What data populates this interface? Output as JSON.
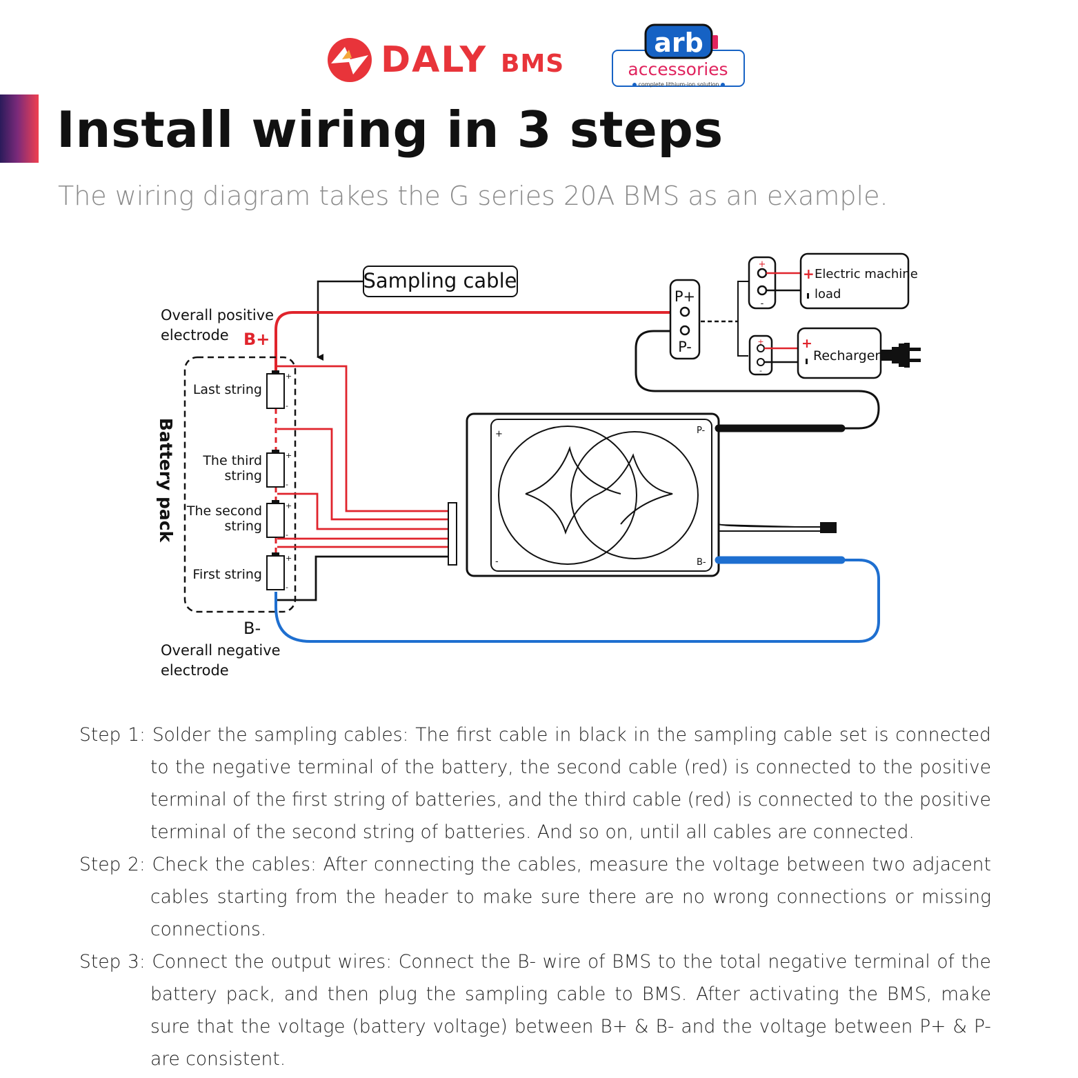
{
  "logos": {
    "daly_word": "DALY",
    "daly_suffix": "BMS",
    "arb_word": "arb",
    "arb_sub": "accessories",
    "arb_tagline": "complete lithium-ion solution"
  },
  "colors": {
    "red_wire": "#e0242c",
    "blue_wire": "#1e6fd0",
    "black_wire": "#111111",
    "daly_red": "#e8343a",
    "arb_blue": "#1662c4",
    "arb_pink": "#e0245e"
  },
  "header": {
    "title": "Install wiring in 3 steps",
    "subtitle": "The wiring diagram takes the G series 20A BMS as an example."
  },
  "diagram": {
    "sampling_cable": "Sampling cable",
    "overall_positive_1": "Overall positive",
    "overall_positive_2": "electrode",
    "b_plus": "B+",
    "b_minus": "B-",
    "overall_negative_1": "Overall negative",
    "overall_negative_2": "electrode",
    "battery_pack": "Battery pack",
    "last_string": "Last string",
    "third_string_1": "The third",
    "third_string_2": "string",
    "second_string_1": "The second",
    "second_string_2": "string",
    "first_string": "First string",
    "p_plus": "P+",
    "p_minus": "P-",
    "electric_machine": "Electric machine",
    "load": "load",
    "recharger": "Recharger",
    "bms_plus": "+",
    "bms_minus": "-",
    "bms_p_minus": "P-",
    "bms_b_minus": "B-",
    "plus_sign": "+",
    "minus_sign": "-"
  },
  "steps": [
    "Step 1: Solder the sampling cables: The first cable in black in the sampling cable set is connected to the negative terminal of the battery, the second cable (red) is connected to the positive terminal of the first string of batteries, and the third cable (red) is connected to the positive terminal of the second string of batteries. And so on, until all cables are connected.",
    "Step 2: Check the cables: After connecting the cables, measure the voltage between two adjacent cables starting from the header to make sure there are no wrong connections or missing connections.",
    "Step 3: Connect the output wires: Connect the B- wire of BMS to the total negative terminal of the battery pack, and then plug the sampling cable to BMS. After activating the BMS, make sure that the voltage (battery voltage) between B+ & B- and the voltage between P+ & P- are consistent."
  ]
}
